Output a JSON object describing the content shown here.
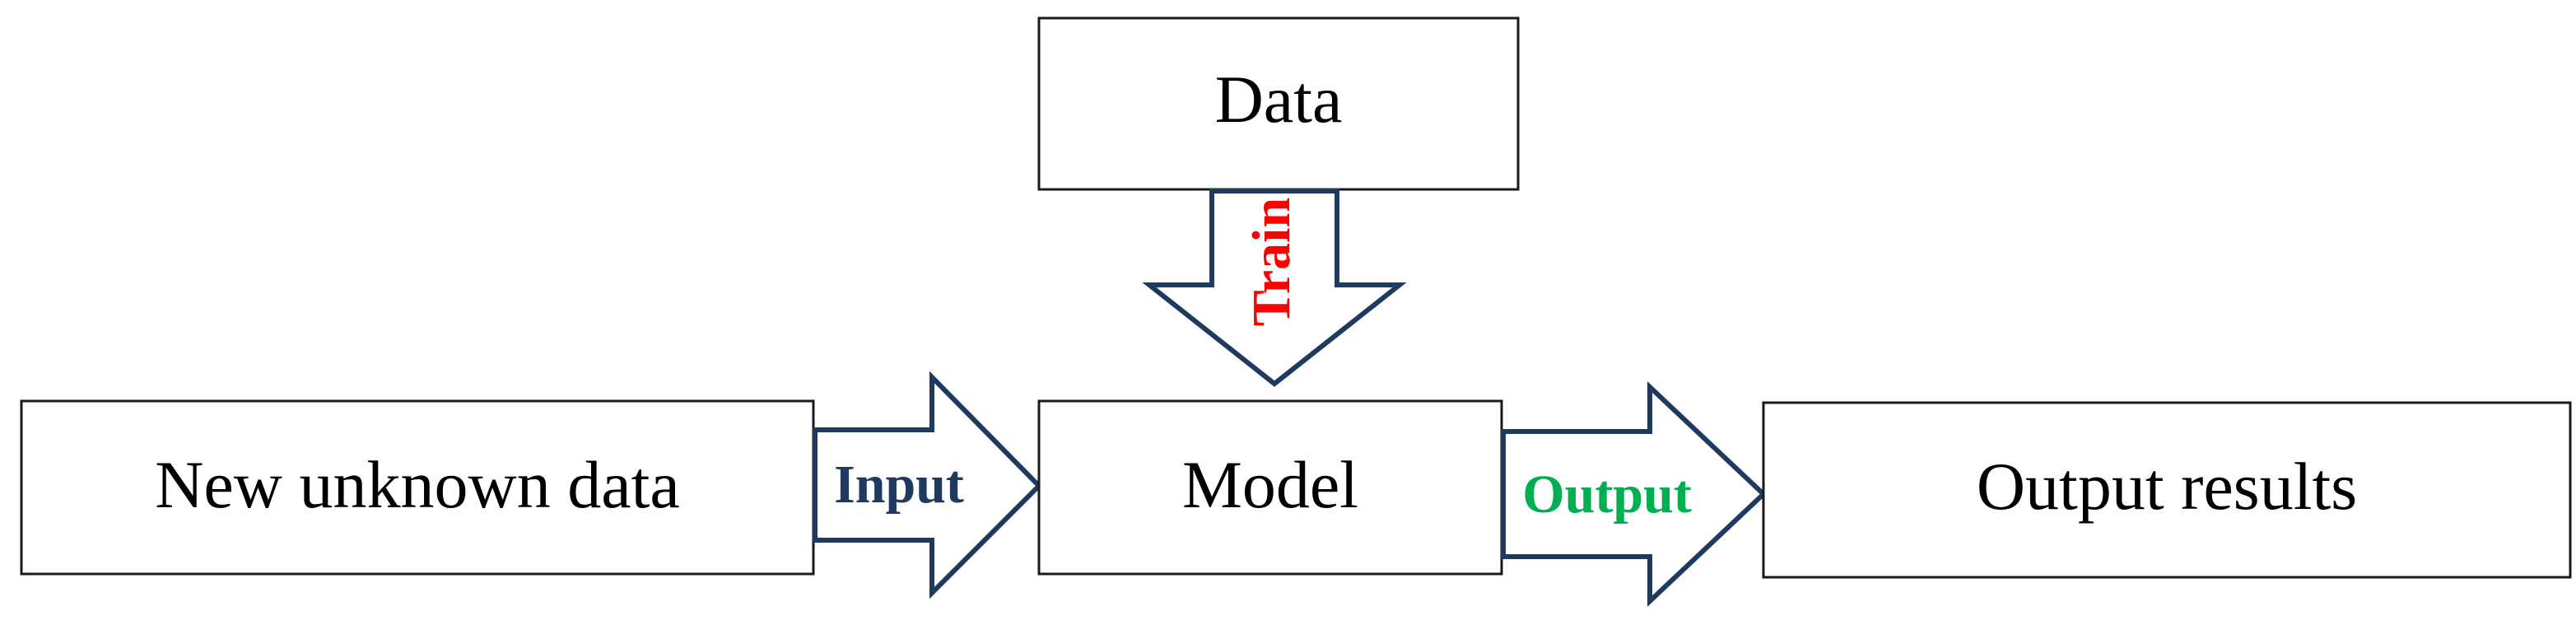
{
  "boxes": {
    "data": "Data",
    "new_data": "New unknown data",
    "model": "Model",
    "output_results": "Output results"
  },
  "arrows": {
    "train": "Train",
    "input": "Input",
    "output": "Output"
  },
  "colors": {
    "arrow_stroke": "#1f3a5f",
    "train_label": "#ff0000",
    "input_label": "#1f3a5f",
    "output_label": "#00b050"
  }
}
